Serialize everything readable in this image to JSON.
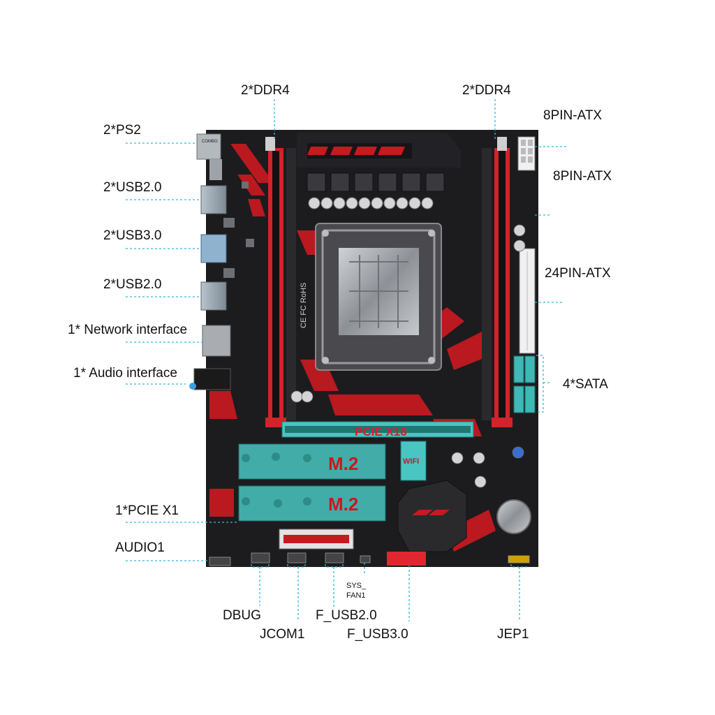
{
  "labels": {
    "ddr4_left": "2*DDR4",
    "ddr4_right": "2*DDR4",
    "atx8_top": "8PIN-ATX",
    "atx8_second": "8PIN-ATX",
    "atx24": "24PIN-ATX",
    "sata": "4*SATA",
    "ps2": "2*PS2",
    "usb20_a": "2*USB2.0",
    "usb30": "2*USB3.0",
    "usb20_b": "2*USB2.0",
    "network": "1* Network interface",
    "audio_if": "1* Audio interface",
    "pcie_x1": "1*PCIE X1",
    "audio1": "AUDIO1",
    "dbug": "DBUG",
    "jcom1": "JCOM1",
    "sys_fan_line1": "SYS_",
    "sys_fan_line2": "FAN1",
    "f_usb20": "F_USB2.0",
    "f_usb30": "F_USB3.0",
    "jep1": "JEP1"
  },
  "board": {
    "pcie_x16_label": "PCIE X16",
    "m2_top_label": "M.2",
    "m2_bottom_label": "M.2",
    "wifi_label": "WIFI",
    "ps2_port_text": "COMBO",
    "marks": "CE FC RoHS"
  },
  "colors": {
    "leader": "#35b6d9",
    "pcb": "#1c1c1f",
    "accent": "#d41f26",
    "slot_teal": "#49c6c2"
  }
}
